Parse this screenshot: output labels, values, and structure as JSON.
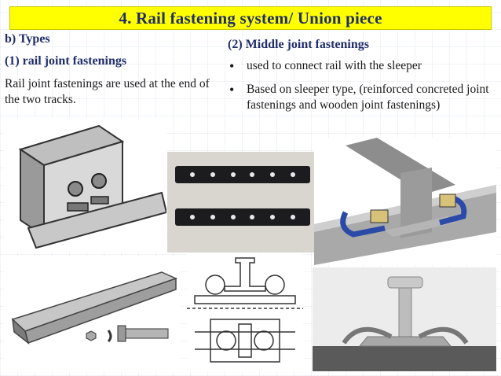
{
  "slide": {
    "title": "4.  Rail fastening system/ Union piece",
    "types_heading": "b) Types",
    "rail_joint": {
      "heading": "(1) rail joint fastenings",
      "description": "Rail joint fastenings are used at the end of the two tracks."
    },
    "middle_joint": {
      "heading": "(2) Middle joint fastenings",
      "bullets": [
        "used to connect rail with the sleeper",
        "Based on sleeper type, (reinforced concreted joint  fastenings and wooden joint fastenings)"
      ]
    }
  },
  "colors": {
    "title_background": "#ffff00",
    "heading_text": "#1f2d6b",
    "body_text": "#1a1a1a"
  },
  "images": [
    "rail-joint-fishplate-illustration",
    "fishplate-bars-photo",
    "rail-clip-fastening-illustration",
    "fishplate-bolt-parts-drawing",
    "rail-clip-technical-drawing",
    "rail-clip-photo"
  ]
}
